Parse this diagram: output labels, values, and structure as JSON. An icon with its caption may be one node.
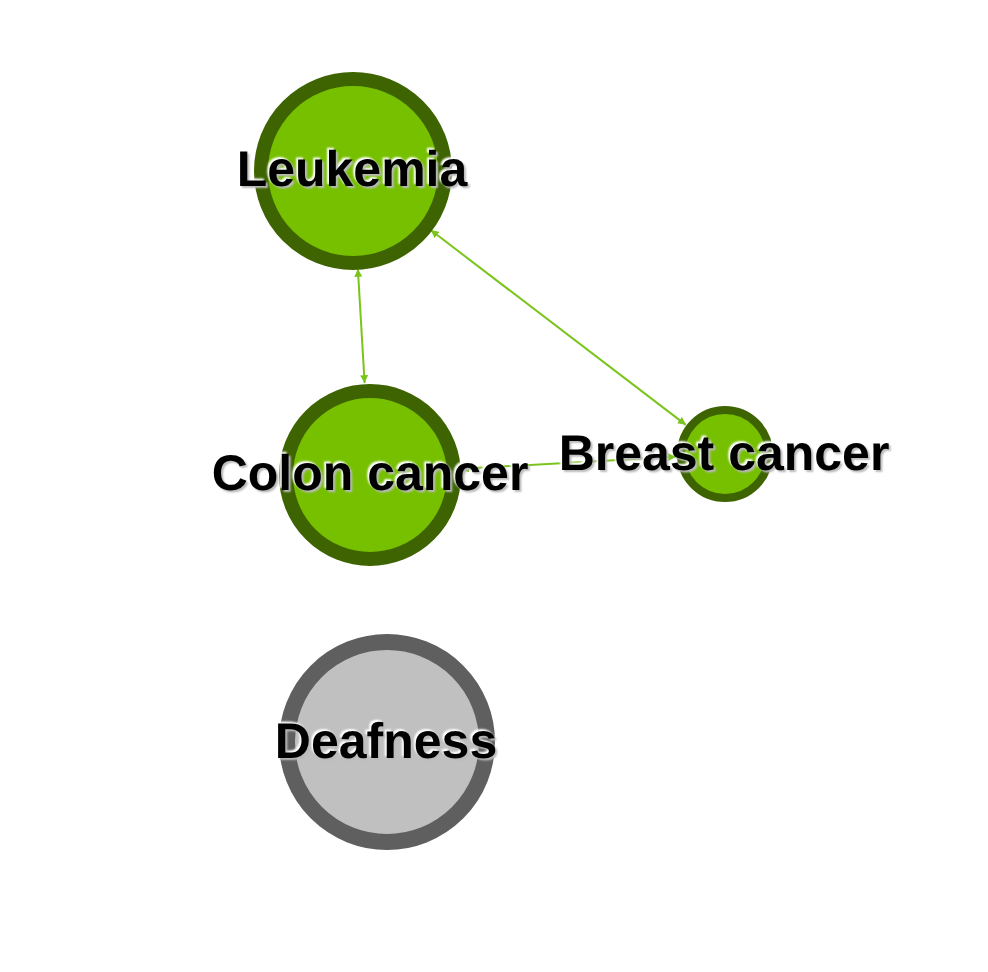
{
  "diagram": {
    "nodes": [
      {
        "text": [
          "Leukemia"
        ]
      },
      {
        "text": [
          "Colon cancer"
        ]
      },
      {
        "text": [
          "Breast cancer"
        ]
      },
      {
        "text": [
          "Deafness"
        ]
      }
    ],
    "edges": [
      {
        "from": 0,
        "to": 1,
        "arrow": "both"
      },
      {
        "from": 0,
        "to": 2,
        "arrow": "both"
      },
      {
        "from": 2,
        "to": 1,
        "arrow": "both"
      }
    ]
  }
}
